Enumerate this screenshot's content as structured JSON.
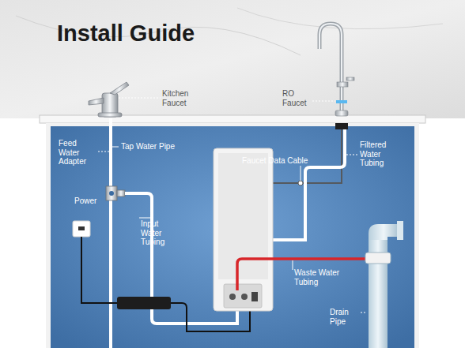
{
  "diagram": {
    "title": "Install Guide",
    "labels": [
      "Kitchen Faucet",
      "RO Faucet",
      "Feed Water Adapter",
      "Tap Water Pipe",
      "Faucet Data Cable",
      "Filtered Water Tubing",
      "Power",
      "Input Water Tubing",
      "Waste Water Tubing",
      "Drain Pipe"
    ]
  }
}
